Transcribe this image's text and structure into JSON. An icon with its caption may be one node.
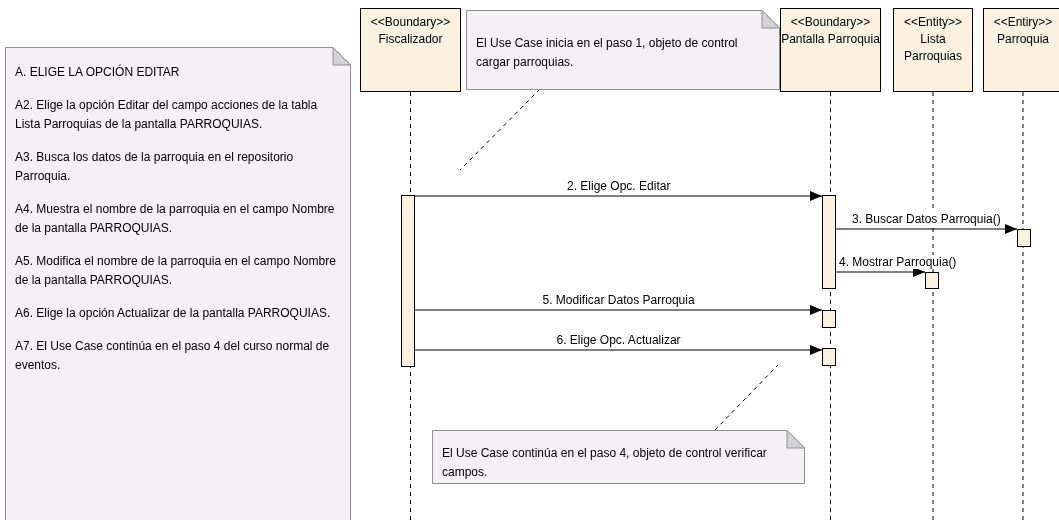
{
  "diagram": {
    "nodes": [
      {
        "text": [
          "A. ELIGE LA OPCIÓN EDITAR",
          "A2. Elige la opción Editar del campo acciones de la tabla Lista Parroquias de la pantalla PARROQUIAS.",
          "A3.  Busca los datos de la parroquia en el repositorio Parroquia.",
          "A4. Muestra el nombre de la parroquia en el campo Nombre de la pantalla PARROQUIAS.",
          "A5. Modifica el nombre de la parroquia en el campo Nombre de la pantalla PARROQUIAS.",
          "A6. Elige la opción Actualizar de la pantalla PARROQUIAS.",
          "A7. El Use Case continúa en el paso 4 del curso normal de eventos."
        ]
      },
      {
        "text": [
          "<<Boundary>>",
          "Fiscalizador"
        ]
      },
      {
        "text": [
          "El Use Case inicia en el paso 1, objeto de control cargar parroquias."
        ]
      },
      {
        "text": [
          "<<Boundary>>",
          "Pantalla Parroquia"
        ]
      },
      {
        "text": [
          "<<Entity>>",
          "Lista Parroquias"
        ]
      },
      {
        "text": [
          "<<Entiry>>",
          "Parroquia"
        ]
      },
      {
        "text": [
          "El Use Case continúa en el paso 4, objeto de control verificar campos."
        ]
      },
      {
        "text": [],
        "shape": "bar"
      },
      {
        "text": [],
        "shape": "bar"
      },
      {
        "text": [],
        "shape": "bar"
      },
      {
        "text": [],
        "shape": "bar"
      },
      {
        "text": [],
        "shape": "bar"
      },
      {
        "text": [],
        "shape": "bar"
      }
    ],
    "edges": [
      {
        "from": 2,
        "to": null,
        "arrow": "none",
        "style": "dashed"
      },
      {
        "from": 7,
        "to": 8,
        "arrow": "to",
        "label": "2. Elige Opc. Editar"
      },
      {
        "from": 8,
        "to": 9,
        "arrow": "to",
        "label": "3. Buscar Datos Parroquia()"
      },
      {
        "from": 8,
        "to": 10,
        "arrow": "to",
        "label": "4. Mostrar Parroquia()"
      },
      {
        "from": 7,
        "to": 11,
        "arrow": "to",
        "label": "5. Modificar Datos Parroquia"
      },
      {
        "from": 7,
        "to": 12,
        "arrow": "to",
        "label": "6. Elige Opc. Actualizar"
      },
      {
        "from": 6,
        "to": null,
        "arrow": "none",
        "style": "dashed"
      }
    ]
  }
}
